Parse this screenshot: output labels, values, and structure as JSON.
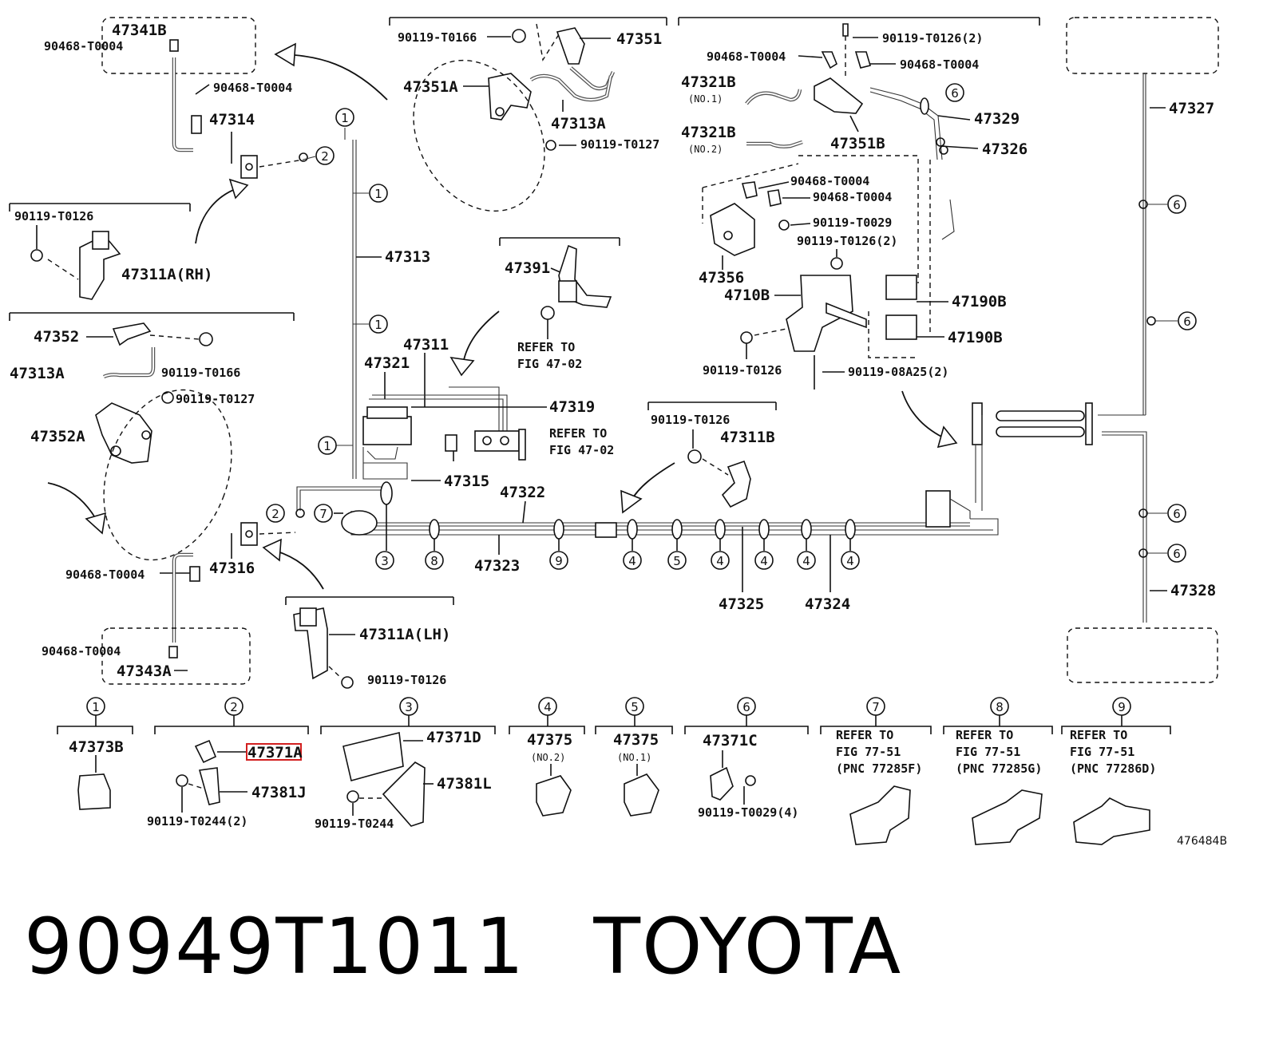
{
  "callout_ids": [
    "1",
    "2",
    "3",
    "4",
    "5",
    "6",
    "7",
    "8",
    "9"
  ],
  "parts": {
    "p47341B": "47341B",
    "p90468_a": "90468-T0004",
    "p90468_b": "90468-T0004",
    "p47314": "47314",
    "p90119_T0126": "90119-T0126",
    "p47311A_RH": "47311A(RH)",
    "p47352": "47352",
    "p90119_T0166_a": "90119-T0166",
    "p47313A_a": "47313A",
    "p90119_T0127_a": "90119-T0127",
    "p47352A": "47352A",
    "p90119_T0166_b": "90119-T0166",
    "p47351": "47351",
    "p47351A": "47351A",
    "p47313A_b": "47313A",
    "p90119_T0127_b": "90119-T0127",
    "p47313": "47313",
    "p47391": "47391",
    "refer_47_02_a1": "REFER TO",
    "refer_47_02_a2": "FIG 47-02",
    "p47311": "47311",
    "p47321": "47321",
    "p47319": "47319",
    "refer_47_02_b1": "REFER TO",
    "refer_47_02_b2": "FIG 47-02",
    "p47315": "47315",
    "p47322": "47322",
    "p47323": "47323",
    "p90468_c": "90468-T0004",
    "p47316": "47316",
    "p90468_d": "90468-T0004",
    "p47343A": "47343A",
    "p47311A_LH": "47311A(LH)",
    "p90119_T0126_lh": "90119-T0126",
    "p90119_T0126_b": "90119-T0126",
    "p47311B": "47311B",
    "p47325": "47325",
    "p47324": "47324",
    "p90119_T0126_2a": "90119-T0126(2)",
    "p90468_e": "90468-T0004",
    "p90468_f": "90468-T0004",
    "p47321B_1": "47321B",
    "no1": "(NO.1)",
    "p47321B_2": "47321B",
    "no2": "(NO.2)",
    "p47351B": "47351B",
    "p47329": "47329",
    "p47326": "47326",
    "p90468_g": "90468-T0004",
    "p90468_h": "90468-T0004",
    "p90119_T0029": "90119-T0029",
    "p90119_T0126_2b": "90119-T0126(2)",
    "p47356": "47356",
    "p4710B": "4710B",
    "p47190B_a": "47190B",
    "p47190B_b": "47190B",
    "p90119_T0126_c": "90119-T0126",
    "p90119_08A25": "90119-08A25(2)",
    "p47327": "47327",
    "p47328": "47328"
  },
  "legend": {
    "c1_part": "47373B",
    "c2_part_hl": "47371A",
    "c2_part2": "47381J",
    "c2_bolt": "90119-T0244(2)",
    "c3_part": "47371D",
    "c3_part2": "47381L",
    "c3_bolt": "90119-T0244",
    "c4_part": "47375",
    "c4_sub": "(NO.2)",
    "c5_part": "47375",
    "c5_sub": "(NO.1)",
    "c6_part": "47371C",
    "c6_bolt": "90119-T0029(4)",
    "c7_l1": "REFER TO",
    "c7_l2": "FIG 77-51",
    "c7_l3": "(PNC 77285F)",
    "c8_l1": "REFER TO",
    "c8_l2": "FIG 77-51",
    "c8_l3": "(PNC 77285G)",
    "c9_l1": "REFER TO",
    "c9_l2": "FIG 77-51",
    "c9_l3": "(PNC 77286D)"
  },
  "figure_number": "476484B",
  "footer": {
    "part_number": "90949T1011",
    "brand": "TOYOTA"
  },
  "colors": {
    "highlight": "#d21f1f",
    "ink": "#111111"
  }
}
